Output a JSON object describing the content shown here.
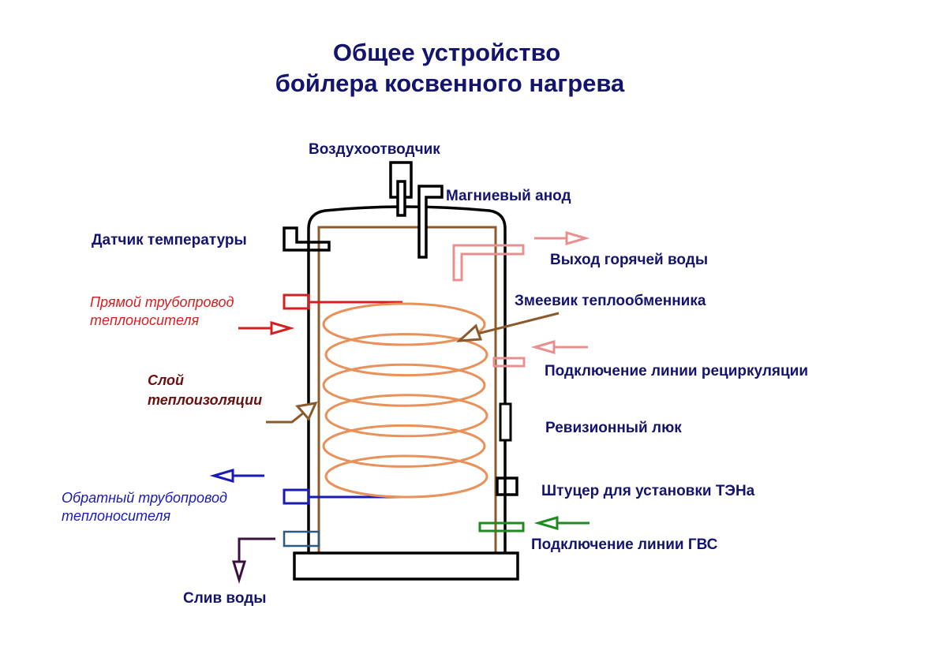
{
  "title": {
    "line1": "Общее устройство",
    "line2": "бойлера косвенного нагрева"
  },
  "colors": {
    "title_text": "#14146e",
    "outline": "#000000",
    "insulation": "#8b5a2b",
    "coil": "#e8915a",
    "supply_line": "#d42020",
    "return_line": "#1a1ab4",
    "hot_water": "#e89090",
    "drain": "#3a1040",
    "drain_pipe": "#2a5a80",
    "dhw_line": "#1f8a1f",
    "insulation_label": "#6b1010"
  },
  "labels": {
    "air_vent": "Воздухоотводчик",
    "magnesium_anode": "Магниевый анод",
    "temp_sensor": "Датчик температуры",
    "supply_line_1": "Прямой трубопровод",
    "supply_line_2": "теплоносителя",
    "insulation_1": "Слой",
    "insulation_2": "теплоизоляции",
    "return_line_1": "Обратный трубопровод",
    "return_line_2": "теплоносителя",
    "drain": "Слив воды",
    "hot_water_out": "Выход горячей воды",
    "heat_exchanger_coil": "Змеевик теплообменника",
    "recirculation": "Подключение линии рециркуляции",
    "inspection_hatch": "Ревизионный люк",
    "heater_fitting": "Штуцер для установки ТЭНа",
    "dhw_connection": "Подключение линии ГВС"
  },
  "coil": {
    "turns": 6
  }
}
